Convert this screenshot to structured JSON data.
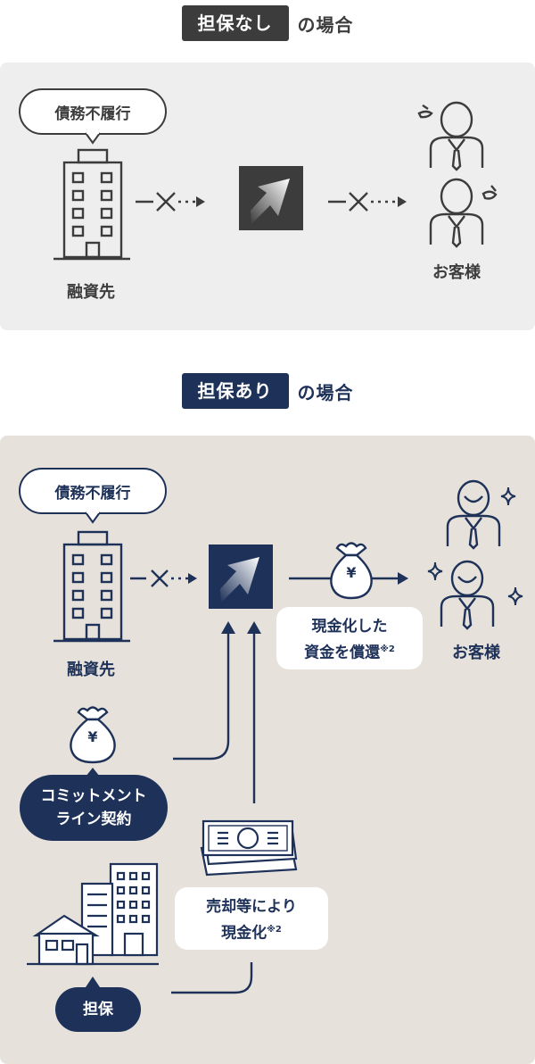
{
  "top": {
    "tag": "担保なし",
    "suffix": "の場合",
    "default_bubble": "債務不履行",
    "borrower_label": "融資先",
    "customers_label": "お客様"
  },
  "bottom": {
    "tag": "担保あり",
    "suffix": "の場合",
    "default_bubble": "債務不履行",
    "borrower_label": "融資先",
    "customers_label": "お客様",
    "repay_note_line1": "現金化した",
    "repay_note_line2": "資金を償還",
    "repay_note_mark": "※2",
    "commitment_line1": "コミットメント",
    "commitment_line2": "ライン契約",
    "sale_note_line1": "売却等により",
    "sale_note_line2": "現金化",
    "sale_note_mark": "※2",
    "collateral_label": "担保"
  },
  "symbols": {
    "yen": "¥"
  },
  "colors": {
    "dark_gray": "#3c3c3c",
    "navy": "#1e3158",
    "top_bg": "#eeeeee",
    "bottom_bg": "#e6e2db"
  },
  "icons": [
    "building-icon",
    "logo-icon",
    "customer-icon",
    "money-bag-icon",
    "banknote-icon",
    "house-icon",
    "sparkle-icon",
    "sweat-icon"
  ]
}
